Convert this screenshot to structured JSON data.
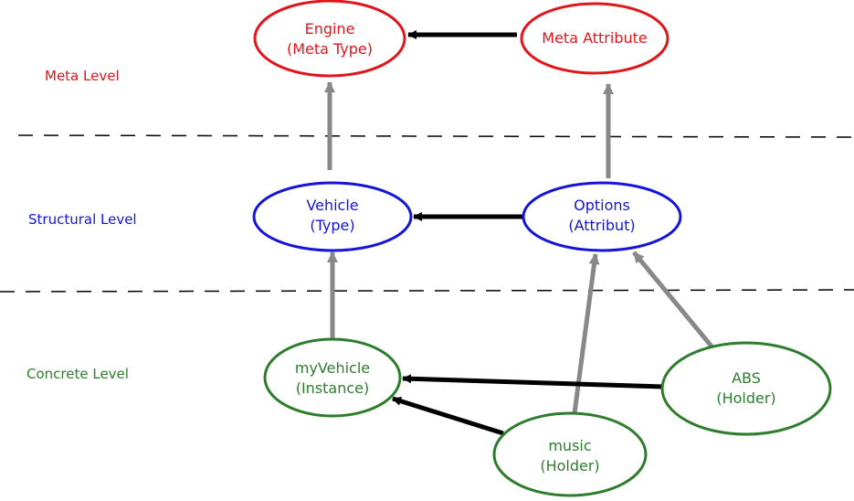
{
  "levels": {
    "meta": "Meta Level",
    "structural": "Structural Level",
    "concrete": "Concrete Level"
  },
  "nodes": {
    "engine": {
      "line1": "Engine",
      "line2": "(Meta Type)"
    },
    "meta_attr": {
      "line1": "Meta Attribute"
    },
    "vehicle": {
      "line1": "Vehicle",
      "line2": "(Type)"
    },
    "options": {
      "line1": "Options",
      "line2": "(Attribut)"
    },
    "my_vehicle": {
      "line1": "myVehicle",
      "line2": "(Instance)"
    },
    "abs": {
      "line1": "ABS",
      "line2": "(Holder)"
    },
    "music": {
      "line1": "music",
      "line2": "(Holder)"
    }
  },
  "colors": {
    "meta": "#e0161c",
    "structural": "#1515d8",
    "concrete": "#2e7d2e",
    "instance_arrow": "#888888",
    "relation_arrow": "#000000"
  }
}
